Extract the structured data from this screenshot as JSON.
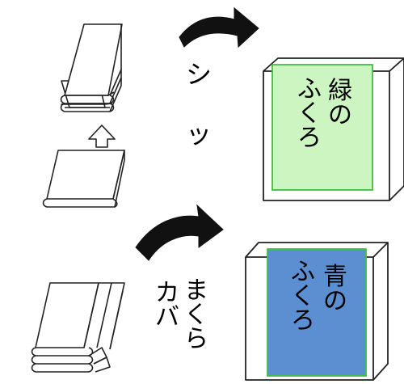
{
  "labels": {
    "sheets": [
      "シ",
      "ッ"
    ],
    "pillow_cover_col1": "まくら",
    "pillow_cover_col2": "カバ"
  },
  "bags": {
    "green": {
      "col1": "緑の",
      "col2": "ふくろ",
      "fill": "#ccf5c2",
      "stroke": "#3fbf3f"
    },
    "blue": {
      "col1": "青の",
      "col2": "ふくろ",
      "fill": "#5b8fd1",
      "stroke": "#3fbf3f"
    }
  }
}
